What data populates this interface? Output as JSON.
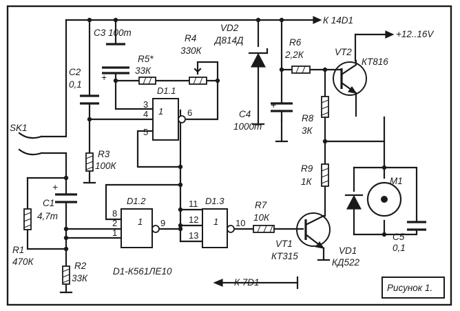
{
  "caption": "Рисунок 1.",
  "supply": {
    "positive_label": "+12..16V",
    "power_pin_label": "К 14D1",
    "ground_pin_label": "К 7D1"
  },
  "ic": {
    "series_label": "D1-К561ЛЕ10",
    "gate1": "D1.1",
    "gate2": "D1.2",
    "gate3": "D1.3",
    "gate_symbol": "1"
  },
  "pins": {
    "g1_in_a": "3",
    "g1_in_b": "4",
    "g1_in_c": "5",
    "g1_out": "6",
    "g2_in_a": "8",
    "g2_in_b": "2",
    "g2_in_c": "1",
    "g2_out": "9",
    "g3_in_a": "11",
    "g3_in_b": "12",
    "g3_in_c": "13",
    "g3_out": "10"
  },
  "connector": {
    "name": "SK1"
  },
  "resistors": {
    "r1_name": "R1",
    "r1_value": "470К",
    "r2_name": "R2",
    "r2_value": "33К",
    "r3_name": "R3",
    "r3_value": "100К",
    "r4_name": "R4",
    "r4_value": "330К",
    "r5_name": "R5*",
    "r5_value": "33К",
    "r6_name": "R6",
    "r6_value": "2,2К",
    "r7_name": "R7",
    "r7_value": "10К",
    "r8_name": "R8",
    "r8_value": "3К",
    "r9_name": "R9",
    "r9_value": "1К"
  },
  "capacitors": {
    "c1_name": "C1",
    "c1_value": "4,7m",
    "c2_name": "C2",
    "c2_value": "0,1",
    "c3_label": "C3 100m",
    "c4_name": "C4",
    "c4_value": "1000m",
    "c5_name": "C5",
    "c5_value": "0,1",
    "polarity_mark": "+"
  },
  "semiconductors": {
    "vd2_name": "VD2",
    "vd2_value": "Д814Д",
    "vd1_name": "VD1",
    "vd1_value": "КД522",
    "vt1_name": "VT1",
    "vt1_value": "КТ315",
    "vt2_name": "VT2",
    "vt2_value": "КТ816"
  },
  "motor": {
    "name": "M1"
  }
}
